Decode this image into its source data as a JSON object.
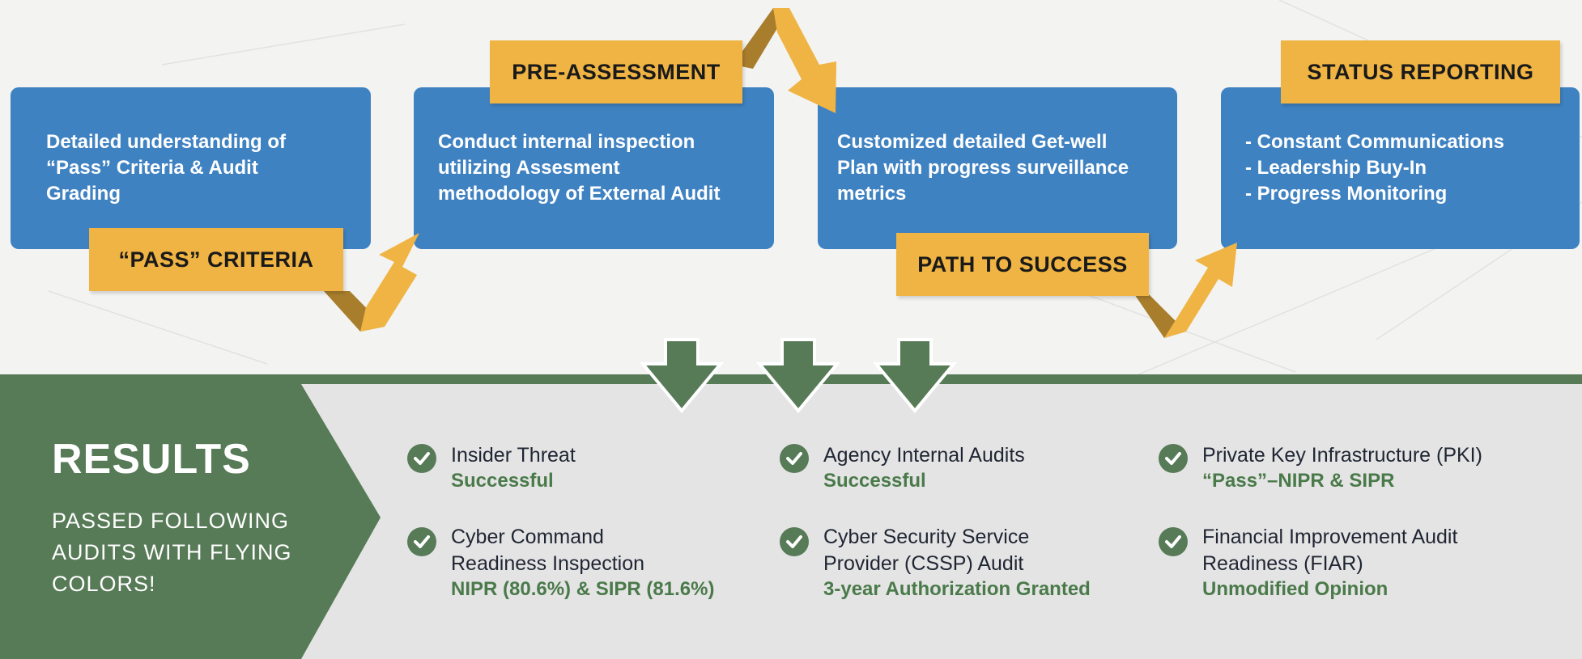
{
  "steps": [
    {
      "lines": [
        "Detailed understanding of",
        "“Pass” Criteria & Audit",
        "Grading"
      ],
      "label": "“PASS” CRITERIA"
    },
    {
      "lines": [
        "Conduct internal inspection",
        "utilizing Assesment",
        "methodology of External Audit"
      ],
      "label": "PRE-ASSESSMENT"
    },
    {
      "lines": [
        "Customized detailed Get-well",
        "Plan with progress surveillance",
        "metrics"
      ],
      "label": "PATH TO SUCCESS"
    },
    {
      "lines": [
        "- Constant Communications",
        "- Leadership Buy-In",
        "- Progress Monitoring"
      ],
      "label": "STATUS REPORTING"
    }
  ],
  "results": {
    "title": "RESULTS",
    "subtitle_lines": [
      "PASSED FOLLOWING",
      "AUDITS WITH FLYING",
      "COLORS!"
    ],
    "items": [
      {
        "name_lines": [
          "Insider Threat"
        ],
        "status": "Successful",
        "icon": "check-circle-icon"
      },
      {
        "name_lines": [
          "Agency Internal Audits"
        ],
        "status": "Successful",
        "icon": "check-circle-icon"
      },
      {
        "name_lines": [
          "Private Key Infrastructure (PKI)"
        ],
        "status": "“Pass”–NIPR & SIPR",
        "icon": "check-circle-icon"
      },
      {
        "name_lines": [
          "Cyber Command",
          "Readiness Inspection"
        ],
        "status": "NIPR (80.6%) & SIPR (81.6%)",
        "icon": "check-circle-icon"
      },
      {
        "name_lines": [
          "Cyber Security Service",
          "Provider (CSSP) Audit"
        ],
        "status": "3-year Authorization Granted",
        "icon": "check-circle-icon"
      },
      {
        "name_lines": [
          "Financial Improvement Audit",
          "Readiness (FIAR)"
        ],
        "status": "Unmodified Opinion",
        "icon": "check-circle-icon"
      }
    ]
  },
  "colors": {
    "box_blue": "#3f82c2",
    "label_gold": "#efb443",
    "results_green": "#577a57",
    "panel_gray": "#e4e4e4"
  }
}
